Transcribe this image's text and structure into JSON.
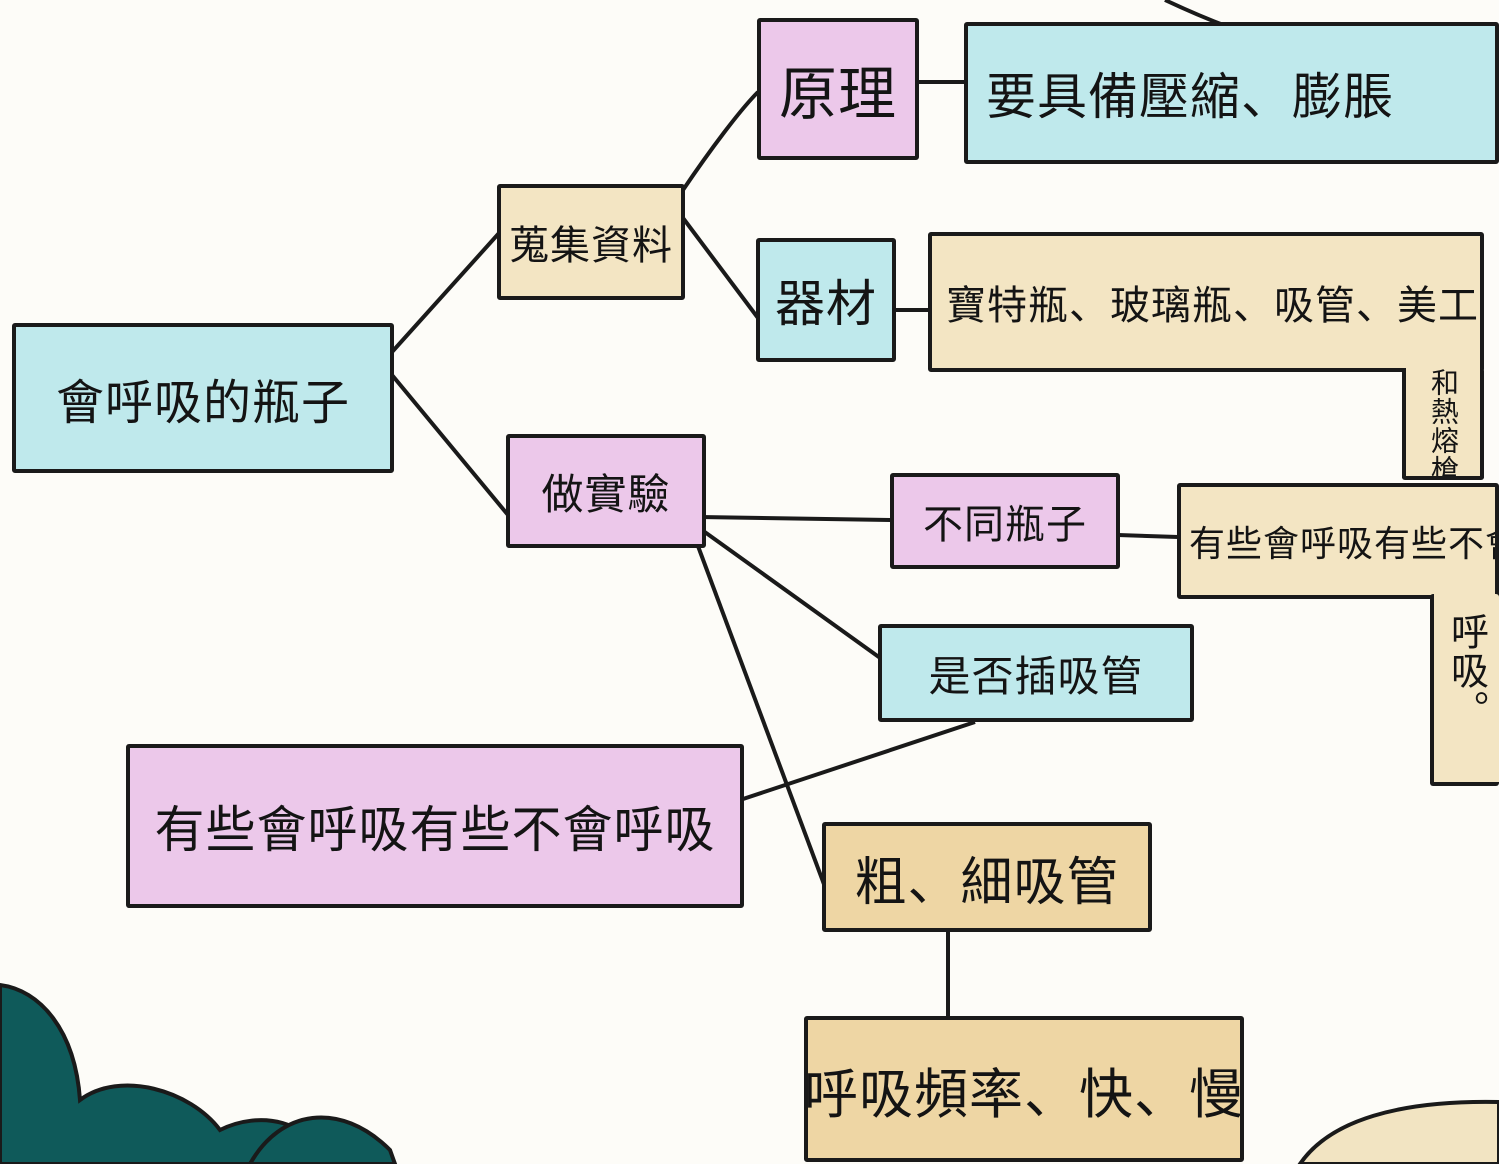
{
  "colors": {
    "cyan": "#bfe9ec",
    "pink": "#ecc8ea",
    "orange": "#eed6a4",
    "ink": "#1a1a1a",
    "teal": "#0f5a5a"
  },
  "nodes": {
    "root": "會呼吸的瓶子",
    "collect": "蒐集資料",
    "experiment": "做實驗",
    "principle": "原理",
    "principle_detail": "要具備壓縮、膨脹",
    "equipment": "器材",
    "equipment_detail": "寶特瓶、玻璃瓶、吸管、美工刀",
    "equipment_detail_vertical": "和熱熔槍",
    "bottles": "不同瓶子",
    "bottles_result": "有些會呼吸有些不會",
    "bottles_result_vertical": "呼吸。",
    "insert_straw": "是否插吸管",
    "insert_straw_result": "有些會呼吸有些不會呼吸",
    "straw_size": "粗、細吸管",
    "straw_size_result": "呼吸頻率、快、慢"
  },
  "icons": {
    "decoration": "teal-cloud-icon",
    "corner": "orange-blob-icon"
  }
}
